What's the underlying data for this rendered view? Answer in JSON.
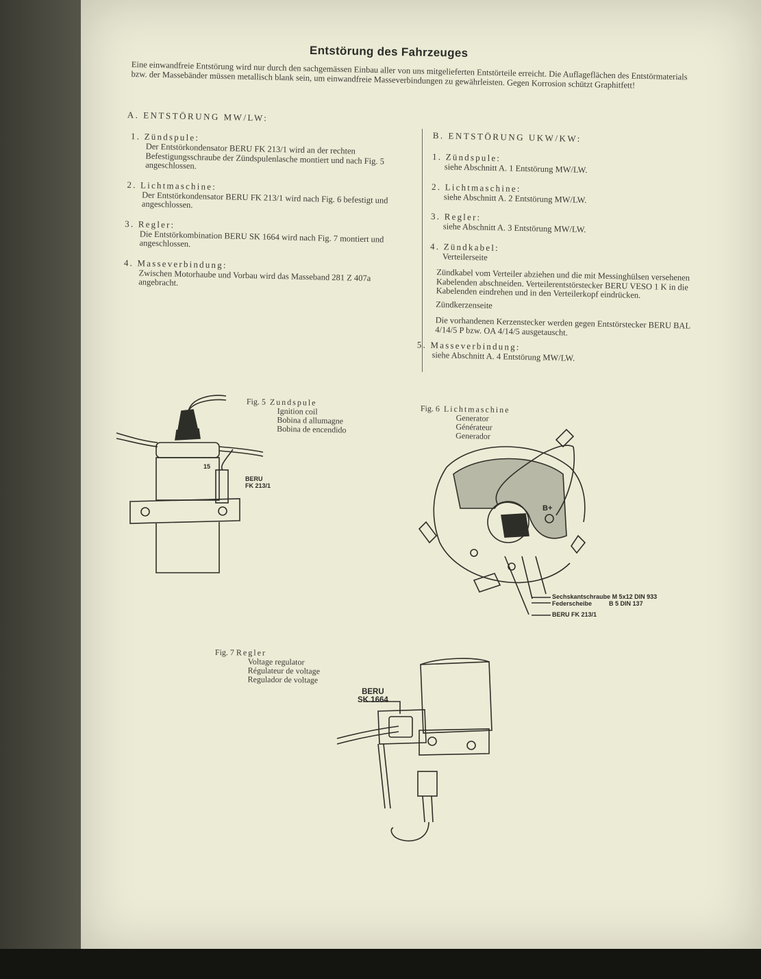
{
  "title": "Entstörung des Fahrzeuges",
  "intro": "Eine einwandfreie Entstörung wird nur durch den sachgemässen Einbau aller von uns mitgelieferten Entstörteile erreicht. Die Auflageflächen des Entstörmaterials bzw. der Massebänder müssen metallisch blank sein, um einwandfreie Masseverbindungen zu gewährleisten. Gegen Korrosion schützt Graphitfett!",
  "section_a": {
    "heading": "A. ENTSTÖRUNG MW/LW:",
    "items": [
      {
        "head": "1. Zündspule:",
        "body": "Der Entstörkondensator BERU FK 213/1 wird an der rechten Befestigungsschraube der Zündspulenlasche montiert und nach Fig. 5 angeschlossen."
      },
      {
        "head": "2. Lichtmaschine:",
        "body": "Der Entstörkondensator BERU FK 213/1 wird nach Fig. 6 befestigt und angeschlossen."
      },
      {
        "head": "3. Regler:",
        "body": "Die Entstörkombination BERU SK 1664 wird nach Fig. 7 montiert und angeschlossen."
      },
      {
        "head": "4. Masseverbindung:",
        "body": "Zwischen Motorhaube und Vorbau wird das Masseband 281 Z 407a angebracht."
      }
    ]
  },
  "section_b": {
    "heading": "B. ENTSTÖRUNG UKW/KW:",
    "items": [
      {
        "head": "1. Zündspule:",
        "body": "siehe Abschnitt A. 1 Entstörung MW/LW."
      },
      {
        "head": "2. Lichtmaschine:",
        "body": "siehe Abschnitt A. 2 Entstörung MW/LW."
      },
      {
        "head": "3. Regler:",
        "body": "siehe Abschnitt A. 3 Entstörung MW/LW."
      },
      {
        "head": "4. Zündkabel:",
        "body": "Verteilerseite"
      },
      {
        "head": "",
        "body": "Zündkabel vom Verteiler abziehen und die mit Messinghülsen versehenen Kabelenden abschneiden. Verteilerentstörstecker BERU VESO 1 K in die Kabelenden eindrehen und in den Verteilerkopf eindrücken."
      },
      {
        "head": "",
        "body": "Zündkerzenseite"
      },
      {
        "head": "",
        "body": "Die vorhandenen Kerzenstecker werden gegen Entstörstecker BERU BAL 4/14/5 P bzw. OA 4/14/5 ausgetauscht."
      },
      {
        "head": "5. Masseverbindung:",
        "body": "siehe Abschnitt A. 4 Entstörung MW/LW."
      }
    ]
  },
  "fig5": {
    "caption": "Fig. 5",
    "title": "Zundspule",
    "lines": [
      "Ignition coil",
      "Bobina d allumagne",
      "Bobina de encendido"
    ],
    "terminal": "15",
    "part1": "BERU",
    "part2": "FK 213/1"
  },
  "fig6": {
    "caption": "Fig. 6",
    "title": "Lichtmaschine",
    "lines": [
      "Generator",
      "Générateur",
      "Generador"
    ],
    "terminal": "B+",
    "callout1_name": "Sechskantschraube",
    "callout1_spec": "M 5x12 DIN 933",
    "callout2_name": "Federscheibe",
    "callout2_spec": "B 5 DIN 137",
    "callout3": "BERU FK 213/1"
  },
  "fig7": {
    "caption": "Fig. 7",
    "title": "Regler",
    "lines": [
      "Voltage regulator",
      "Régulateur de voltage",
      "Regulador de voltage"
    ],
    "part1": "BERU",
    "part2": "SK 1664"
  }
}
